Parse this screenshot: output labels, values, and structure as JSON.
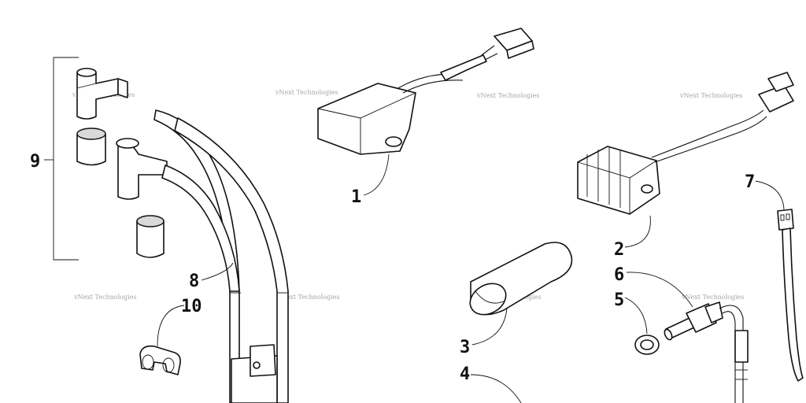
{
  "callouts": {
    "c1": "1",
    "c2": "2",
    "c3": "3",
    "c4": "4",
    "c5": "5",
    "c6": "6",
    "c7": "7",
    "c8": "8",
    "c9": "9",
    "c10": "10"
  },
  "watermark": "vNext Technologies",
  "colors": {
    "ink": "#111111",
    "background": "#ffffff",
    "watermark": "#888888"
  }
}
